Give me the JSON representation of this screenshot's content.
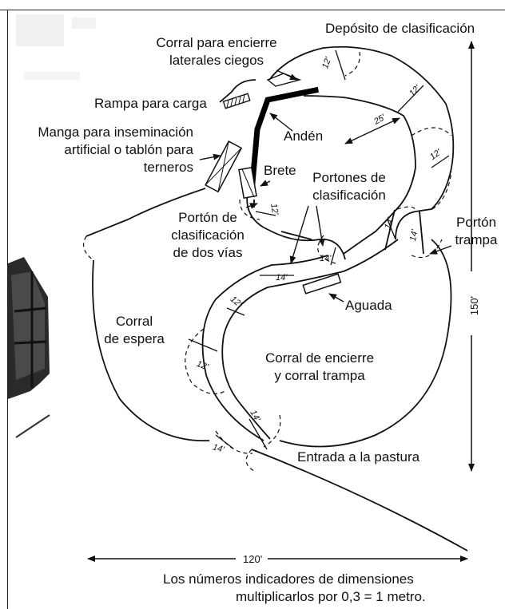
{
  "labels": {
    "deposito": "Depósito de clasificación",
    "corral_encierre_lat": [
      "Corral para encierre",
      "laterales ciegos"
    ],
    "rampa": "Rampa para carga",
    "manga": [
      "Manga para inseminación",
      "artificial o tablón para",
      "terneros"
    ],
    "anden": "Andén",
    "brete": "Brete",
    "portones": [
      "Portones de",
      "clasificación"
    ],
    "porton_dos_vias": [
      "Portón de",
      "clasificación",
      "de dos vías"
    ],
    "porton_trampa": [
      "Portón",
      "trampa"
    ],
    "aguada": "Aguada",
    "corral_espera": [
      "Corral",
      "de espera"
    ],
    "corral_encierre_trampa": [
      "Corral de encierre",
      "y corral trampa"
    ],
    "entrada": "Entrada a la pastura",
    "width_dim": "120'",
    "height_dim": "150'",
    "note": [
      "Los números indicadores de dimensiones",
      "multiplicarlos por 0,3 = 1 metro."
    ]
  },
  "dimensions": {
    "d12_top": "12'",
    "d12_right_top": "12'",
    "d25": "25'",
    "d12_right": "12'",
    "d12_brete": "12'",
    "d14_a": "14'",
    "d14_b": "14'",
    "d14_mid": "14'",
    "d14_left": "14'",
    "d12_mid_left": "12'",
    "d12_low_left": "12'",
    "d14_bottom_right": "14'",
    "d14_bottom_left": "14'"
  }
}
